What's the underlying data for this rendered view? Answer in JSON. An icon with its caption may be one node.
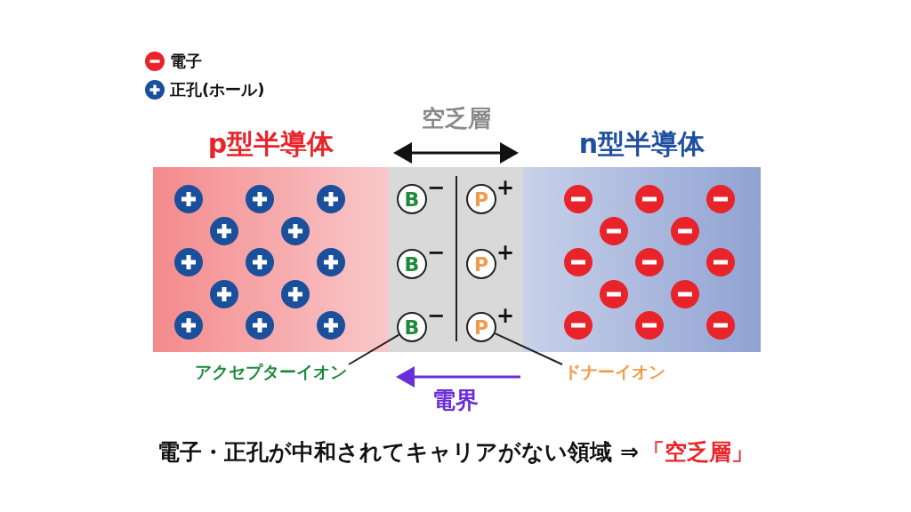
{
  "diagram": {
    "caption": "電子・正孔が中和されてキャリアがない領域 ⇒",
    "nodes": [
      {
        "text": [
          "p型半導体"
        ]
      },
      {
        "text": [
          "空乏層"
        ]
      },
      {
        "text": [
          "n型半導体"
        ]
      },
      {
        "text": [
          "B"
        ],
        "in": 1,
        "beside": [
          "−"
        ]
      },
      {
        "text": [
          "B"
        ],
        "in": 1,
        "beside": [
          "−"
        ]
      },
      {
        "text": [
          "B"
        ],
        "in": 1,
        "beside": [
          "−"
        ]
      },
      {
        "text": [
          "P"
        ],
        "in": 1,
        "beside": [
          "+"
        ]
      },
      {
        "text": [
          "P"
        ],
        "in": 1,
        "beside": [
          "+"
        ]
      },
      {
        "text": [
          "P"
        ],
        "in": 1,
        "beside": [
          "+"
        ]
      },
      {
        "text": [
          "アクセプターイオン"
        ]
      },
      {
        "text": [
          "ドナーイオン"
        ]
      }
    ],
    "edges": [
      {
        "from": 9,
        "to": 5,
        "arrow": "none"
      },
      {
        "from": 10,
        "to": 8,
        "arrow": "none"
      }
    ],
    "labels": [
      "電界",
      "「空乏層」"
    ],
    "legend": [
      {
        "text": "電子"
      },
      {
        "text": "正孔(ホール)"
      }
    ]
  }
}
